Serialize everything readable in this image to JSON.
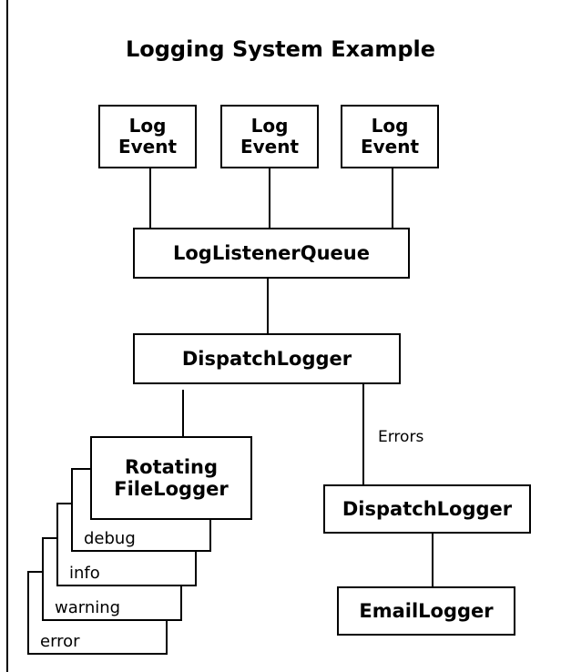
{
  "diagram": {
    "title": "Logging System Example",
    "log_events": [
      {
        "line1": "Log",
        "line2": "Event"
      },
      {
        "line1": "Log",
        "line2": "Event"
      },
      {
        "line1": "Log",
        "line2": "Event"
      }
    ],
    "queue": "LogListenerQueue",
    "dispatcher": "DispatchLogger",
    "rotating": {
      "line1": "Rotating",
      "line2": "FileLogger"
    },
    "levels": [
      "debug",
      "info",
      "warning",
      "error"
    ],
    "edge_errors": "Errors",
    "dispatcher2": "DispatchLogger",
    "email": "EmailLogger"
  }
}
